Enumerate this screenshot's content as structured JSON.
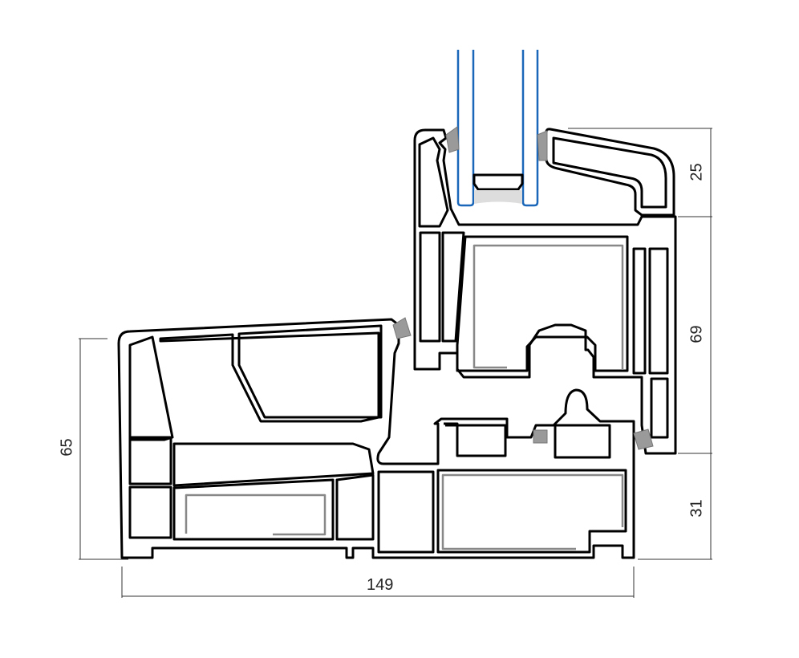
{
  "diagram": {
    "subject": "window-profile-cross-section",
    "colors": {
      "profile": "#000000",
      "glass": "#1a66b8",
      "reinforcement": "#888888",
      "gasket": "#9a9a9a",
      "dimension": "#333333"
    },
    "dimensions": {
      "sash_glazing_bead_height": "25",
      "sash_height": "69",
      "frame_lower_height": "31",
      "frame_left_height": "65",
      "total_depth": "149"
    }
  }
}
